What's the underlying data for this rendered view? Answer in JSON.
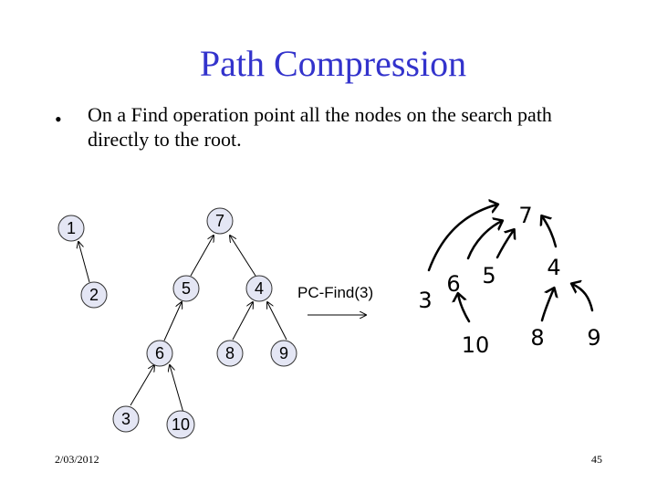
{
  "slide": {
    "title": "Path Compression",
    "bullet": "On a Find operation point all the nodes on the search path directly to the root.",
    "date": "2/03/2012",
    "page": "45"
  },
  "before_tree": {
    "nodes": [
      {
        "id": "1",
        "label": "1"
      },
      {
        "id": "2",
        "label": "2"
      },
      {
        "id": "7",
        "label": "7"
      },
      {
        "id": "5",
        "label": "5"
      },
      {
        "id": "4",
        "label": "4"
      },
      {
        "id": "6",
        "label": "6"
      },
      {
        "id": "8",
        "label": "8"
      },
      {
        "id": "9",
        "label": "9"
      },
      {
        "id": "3",
        "label": "3"
      },
      {
        "id": "10",
        "label": "10"
      }
    ],
    "edges": [
      {
        "from": "2",
        "to": "1"
      },
      {
        "from": "5",
        "to": "7"
      },
      {
        "from": "4",
        "to": "7"
      },
      {
        "from": "6",
        "to": "5"
      },
      {
        "from": "8",
        "to": "4"
      },
      {
        "from": "9",
        "to": "4"
      },
      {
        "from": "3",
        "to": "6"
      },
      {
        "from": "10",
        "to": "6"
      }
    ]
  },
  "operation": {
    "label": "PC-Find(3)"
  },
  "after_tree": {
    "nodes": [
      {
        "id": "7",
        "label": "7"
      },
      {
        "id": "3",
        "label": "3"
      },
      {
        "id": "6",
        "label": "6"
      },
      {
        "id": "5",
        "label": "5"
      },
      {
        "id": "4",
        "label": "4"
      },
      {
        "id": "10",
        "label": "10"
      },
      {
        "id": "8",
        "label": "8"
      },
      {
        "id": "9",
        "label": "9"
      }
    ],
    "edges": [
      {
        "from": "3",
        "to": "7"
      },
      {
        "from": "6",
        "to": "7"
      },
      {
        "from": "5",
        "to": "7"
      },
      {
        "from": "4",
        "to": "7"
      },
      {
        "from": "10",
        "to": "6"
      },
      {
        "from": "8",
        "to": "4"
      },
      {
        "from": "9",
        "to": "4"
      }
    ]
  }
}
